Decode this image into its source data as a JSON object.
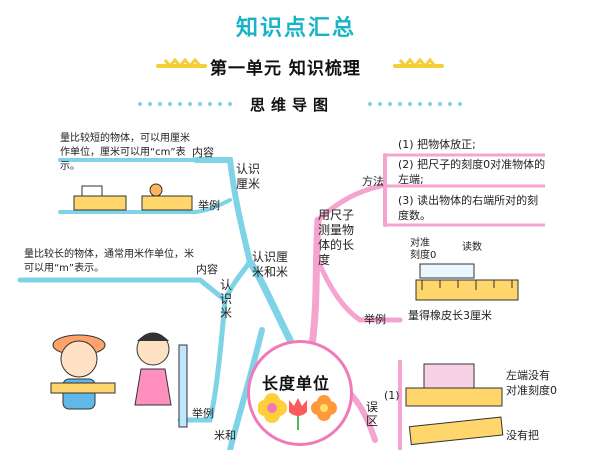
{
  "header": {
    "title": "知识点汇总",
    "unit": "第一单元 知识梳理",
    "mindmap": "思维导图"
  },
  "center": {
    "label": "长度单位"
  },
  "left": {
    "branch_main": "认识厘米和米",
    "branch_cm": "认识厘米",
    "cm_content_label": "内容",
    "cm_content_text": "量比较短的物体，可以用厘米作单位，厘米可以用“cm”表示。",
    "cm_example_label": "举例",
    "branch_m": "认识米",
    "m_content_label": "内容",
    "m_content_text": "量比较长的物体，通常用米作单位，米可以用“m”表示。",
    "m_example_label": "举例",
    "bottom_label": "米和"
  },
  "right": {
    "branch_main": "用尺子测量物体的长度",
    "method_label": "方法",
    "steps": [
      "(1) 把物体放正;",
      "(2) 把尺子的刻度0对准物体的左端;",
      "(3) 读出物体的右端所对的刻度数。"
    ],
    "align_label": "对准刻度0",
    "read_label": "读数",
    "example_label": "举例",
    "example_text": "量得橡皮长3厘米",
    "mistake_label": "误区",
    "mistake_num": "(1)",
    "mistake1": "左端没有对准刻度0",
    "mistake2": "没有把"
  },
  "colors": {
    "title": "#19b3c7",
    "left_branch": "#7fd3e6",
    "right_branch": "#f5a3cf",
    "center_border": "#f07ab7"
  }
}
